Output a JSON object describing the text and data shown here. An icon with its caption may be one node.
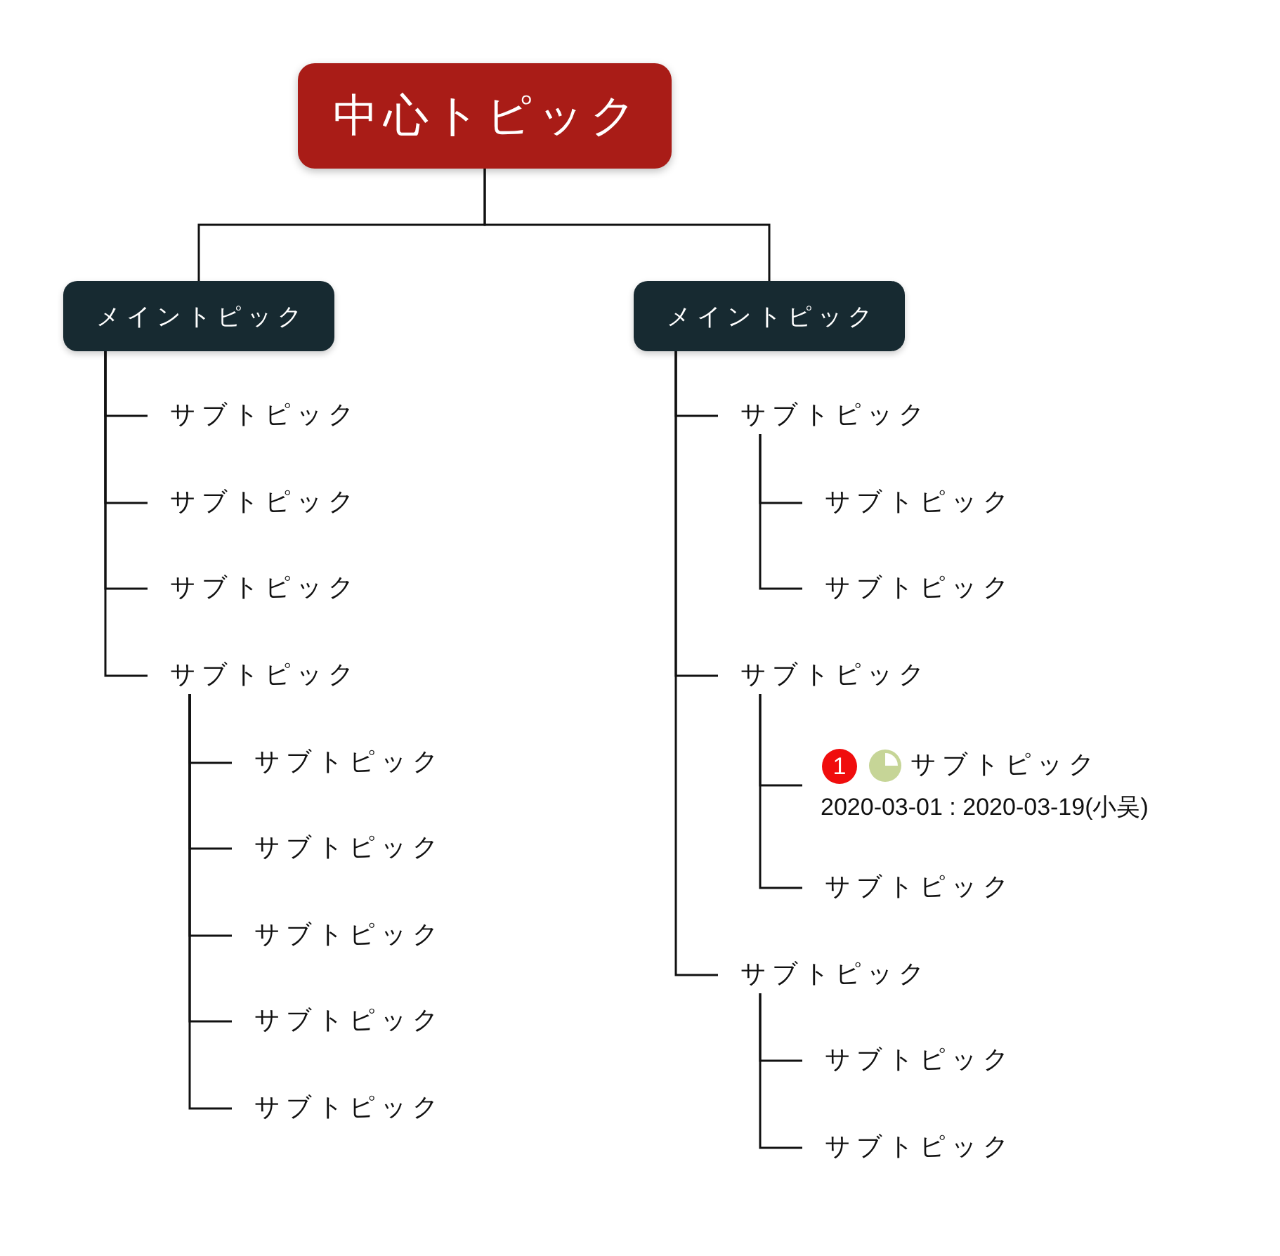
{
  "diagram": {
    "nodes": [
      {
        "text": [
          "中心トピック"
        ]
      },
      {
        "text": [
          "メイントピック"
        ]
      },
      {
        "text": [
          "メイントピック"
        ]
      },
      {
        "text": [
          "サブトピック"
        ]
      },
      {
        "text": [
          "サブトピック"
        ]
      },
      {
        "text": [
          "サブトピック"
        ]
      },
      {
        "text": [
          "サブトピック"
        ]
      },
      {
        "text": [
          "サブトピック"
        ]
      },
      {
        "text": [
          "サブトピック"
        ]
      },
      {
        "text": [
          "サブトピック"
        ]
      },
      {
        "text": [
          "サブトピック"
        ]
      },
      {
        "text": [
          "サブトピック"
        ]
      },
      {
        "text": [
          "サブトピック"
        ]
      },
      {
        "text": [
          "サブトピック"
        ]
      },
      {
        "text": [
          "サブトピック"
        ]
      },
      {
        "text": [
          "サブトピック"
        ]
      },
      {
        "text": [
          "1",
          "サブトピック",
          "2020-03-01 : 2020-03-19(小吴)"
        ]
      },
      {
        "text": [
          "サブトピック"
        ]
      },
      {
        "text": [
          "サブトピック"
        ]
      },
      {
        "text": [
          "サブトピック"
        ]
      },
      {
        "text": [
          "サブトピック"
        ]
      }
    ],
    "edges": [
      {
        "from": 0,
        "to": 1,
        "arrow": "none"
      },
      {
        "from": 0,
        "to": 2,
        "arrow": "none"
      },
      {
        "from": 1,
        "to": 3,
        "arrow": "none"
      },
      {
        "from": 1,
        "to": 4,
        "arrow": "none"
      },
      {
        "from": 1,
        "to": 5,
        "arrow": "none"
      },
      {
        "from": 1,
        "to": 6,
        "arrow": "none"
      },
      {
        "from": 6,
        "to": 7,
        "arrow": "none"
      },
      {
        "from": 6,
        "to": 8,
        "arrow": "none"
      },
      {
        "from": 6,
        "to": 9,
        "arrow": "none"
      },
      {
        "from": 6,
        "to": 10,
        "arrow": "none"
      },
      {
        "from": 6,
        "to": 11,
        "arrow": "none"
      },
      {
        "from": 2,
        "to": 12,
        "arrow": "none"
      },
      {
        "from": 12,
        "to": 13,
        "arrow": "none"
      },
      {
        "from": 12,
        "to": 14,
        "arrow": "none"
      },
      {
        "from": 2,
        "to": 15,
        "arrow": "none"
      },
      {
        "from": 15,
        "to": 16,
        "arrow": "none"
      },
      {
        "from": 15,
        "to": 17,
        "arrow": "none"
      },
      {
        "from": 2,
        "to": 18,
        "arrow": "none"
      },
      {
        "from": 18,
        "to": 19,
        "arrow": "none"
      },
      {
        "from": 18,
        "to": 20,
        "arrow": "none"
      }
    ]
  }
}
